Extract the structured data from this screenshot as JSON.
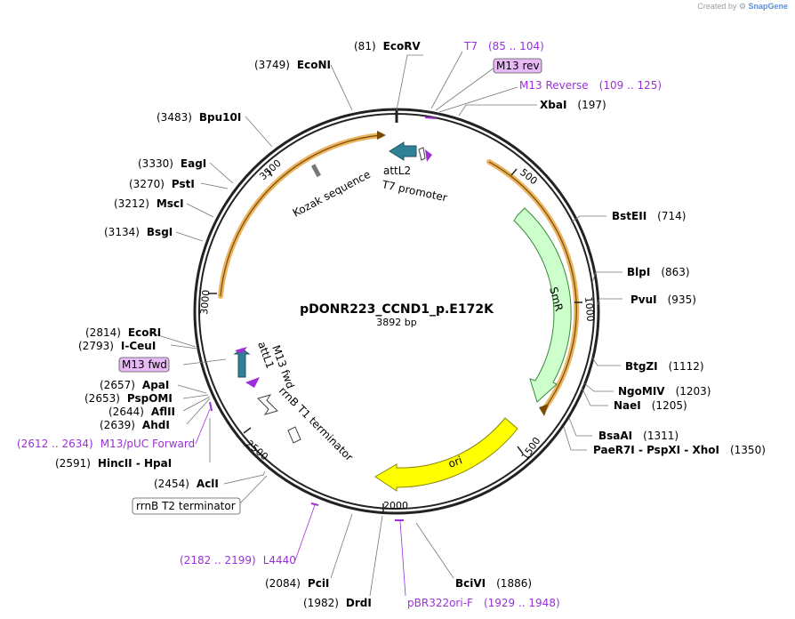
{
  "credit": {
    "prefix": "Created by",
    "brand": "SnapGene"
  },
  "plasmid": {
    "name": "pDONR223_CCND1_p.E172K",
    "size": "3892 bp",
    "length": 3892
  },
  "ticks": [
    "500",
    "1000",
    "1500",
    "2000",
    "2500",
    "3000",
    "3500"
  ],
  "sites": [
    {
      "name": "EcoRV",
      "pos": "(81)"
    },
    {
      "name": "XbaI",
      "pos": "(197)"
    },
    {
      "name": "BstEII",
      "pos": "(714)"
    },
    {
      "name": "BlpI",
      "pos": "(863)"
    },
    {
      "name": "PvuI",
      "pos": "(935)"
    },
    {
      "name": "BtgZI",
      "pos": "(1112)"
    },
    {
      "name": "NgoMIV",
      "pos": "(1203)"
    },
    {
      "name": "NaeI",
      "pos": "(1205)"
    },
    {
      "name": "BsaAI",
      "pos": "(1311)"
    },
    {
      "name": "PaeR7I  -  PspXI  -  XhoI",
      "pos": "(1350)"
    },
    {
      "name": "BciVI",
      "pos": "(1886)"
    },
    {
      "name": "DrdI",
      "pos": "(1982)"
    },
    {
      "name": "PciI",
      "pos": "(2084)"
    },
    {
      "name": "AclI",
      "pos": "(2454)"
    },
    {
      "name": "HincII  -  HpaI",
      "pos": "(2591)"
    },
    {
      "name": "AhdI",
      "pos": "(2639)"
    },
    {
      "name": "AflII",
      "pos": "(2644)"
    },
    {
      "name": "PspOMI",
      "pos": "(2653)"
    },
    {
      "name": "ApaI",
      "pos": "(2657)"
    },
    {
      "name": "I-CeuI",
      "pos": "(2793)"
    },
    {
      "name": "EcoRI",
      "pos": "(2814)"
    },
    {
      "name": "BsgI",
      "pos": "(3134)"
    },
    {
      "name": "MscI",
      "pos": "(3212)"
    },
    {
      "name": "PstI",
      "pos": "(3270)"
    },
    {
      "name": "EagI",
      "pos": "(3330)"
    },
    {
      "name": "Bpu10I",
      "pos": "(3483)"
    },
    {
      "name": "EcoNI",
      "pos": "(3749)"
    }
  ],
  "primers": [
    {
      "name": "T7",
      "pos": "(85 .. 104)"
    },
    {
      "name": "M13 rev"
    },
    {
      "name": "M13 Reverse",
      "pos": "(109 .. 125)"
    },
    {
      "name": "M13 fwd"
    },
    {
      "name": "M13/pUC Forward",
      "pos": "(2612 .. 2634)"
    },
    {
      "name": "L4440",
      "pos": "(2182 .. 2199)"
    },
    {
      "name": "pBR322ori-F",
      "pos": "(1929 .. 1948)"
    }
  ],
  "features": {
    "attL2": "attL2",
    "t7_promoter": "T7 promoter",
    "kozak": "Kozak sequence",
    "smr": "SmR",
    "ori": "ori",
    "attL1": "attL1",
    "m13_fwd_inner": "M13 fwd",
    "rrnb_t1": "rrnB T1 terminator",
    "rrnb_t2": "rrnB T2 terminator"
  },
  "colors": {
    "backbone": "#222222",
    "orf_outline": "#e6a13a",
    "orf_fill": "#fde7b8",
    "smr_fill": "#ccffcc",
    "ori_fill": "#ffff00",
    "att_fill": "#2f8296",
    "primer": "#9b30d9",
    "primer_box": "#e7b9f5"
  }
}
